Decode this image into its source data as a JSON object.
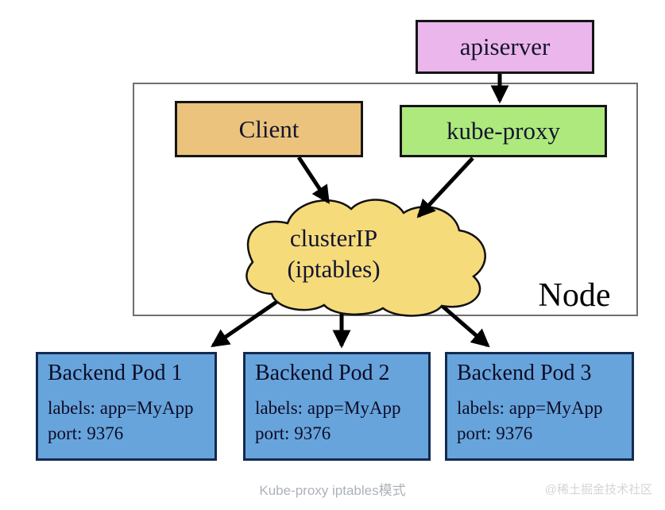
{
  "colors": {
    "apiserver_fill": "#eab6eb",
    "client_fill": "#ebc37c",
    "kube_proxy_fill": "#ade97c",
    "cloud_fill": "#f5db7a",
    "pod_fill": "#67a4dc"
  },
  "nodes": {
    "apiserver": "apiserver",
    "client": "Client",
    "kube_proxy": "kube-proxy",
    "cluster_ip_line1": "clusterIP",
    "cluster_ip_line2": "(iptables)",
    "node_label": "Node"
  },
  "pods": [
    {
      "title": "Backend Pod 1",
      "labels_line": "labels: app=MyApp",
      "port_line": "port: 9376"
    },
    {
      "title": "Backend Pod 2",
      "labels_line": "labels: app=MyApp",
      "port_line": "port: 9376"
    },
    {
      "title": "Backend Pod 3",
      "labels_line": "labels: app=MyApp",
      "port_line": "port: 9376"
    }
  ],
  "footer": {
    "caption": "Kube-proxy iptables模式",
    "watermark": "@稀土掘金技术社区"
  }
}
